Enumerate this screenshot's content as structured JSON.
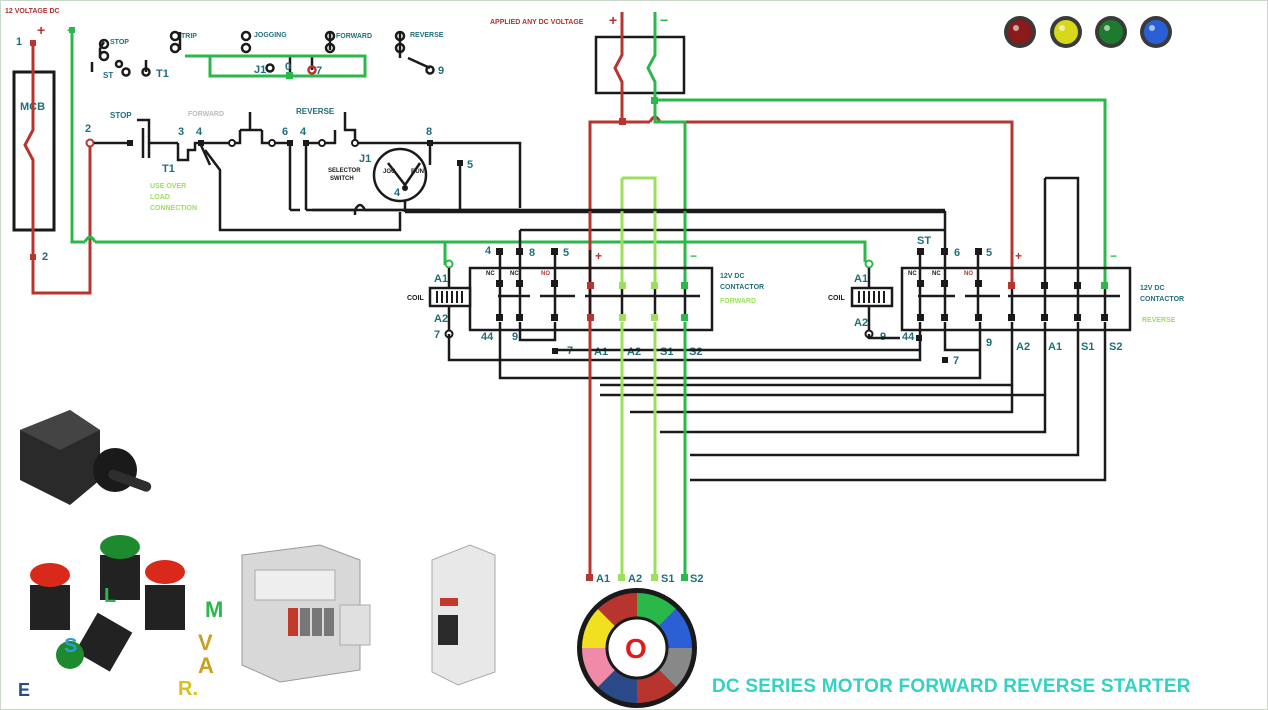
{
  "supply_label": "12 VOLTAGE DC",
  "applied_label": "APPLIED ANY DC VOLTAGE",
  "plus": "+",
  "minus": "−",
  "mcb": "MCB",
  "top_buttons": {
    "stop": "STOP",
    "trip": "TRIP",
    "jogging": "JOGGING",
    "forward": "FORWARD",
    "reverse": "REVERSE"
  },
  "top_terminals": {
    "st": "ST",
    "t1": "T1",
    "j1": "J1",
    "t0": "0",
    "t7": "7",
    "t9": "9"
  },
  "control": {
    "stop": "STOP",
    "forward": "FORWARD",
    "reverse": "REVERSE",
    "n2": "2",
    "n3": "3",
    "n4": "4",
    "n6": "6",
    "n4b": "4",
    "n8": "8",
    "n1": "1",
    "n2b": "2",
    "t1": "T1",
    "use_overload": "USE OVER",
    "load": "LOAD",
    "connection": "CONNECTION",
    "selector1": "SELECTOR",
    "selector2": "SWITCH",
    "j1": "J1",
    "jog": "JOG",
    "run": "RUN",
    "n4c": "4",
    "n5": "5"
  },
  "contactor_fwd": {
    "top_nums": [
      "4",
      "8",
      "5"
    ],
    "coil": "COIL",
    "a1": "A1",
    "a2": "A2",
    "n7": "7",
    "nc1": "NC",
    "nc2": "NC",
    "no": "NO",
    "name1": "12V DC",
    "name2": "CONTACTOR",
    "name3": "FORWARD",
    "bottom": [
      "44",
      "9",
      "7",
      "A1",
      "A2",
      "S1",
      "S2"
    ]
  },
  "contactor_rev": {
    "top_nums": [
      "ST",
      "6",
      "5"
    ],
    "coil": "COIL",
    "a1": "A1",
    "a2": "A2",
    "n9": "9",
    "nc1": "NC",
    "nc2": "NC",
    "no": "NO",
    "name1": "12V DC",
    "name2": "CONTACTOR",
    "name3": "REVERSE",
    "bottom": [
      "44",
      "9",
      "7",
      "A2",
      "A1",
      "S1",
      "S2"
    ]
  },
  "motor_terminals": [
    "A1",
    "A2",
    "S1",
    "S2"
  ],
  "motor_center": "O",
  "lamps": [
    "#8b1a1a",
    "#d8d81a",
    "#1e7a2c",
    "#2a5fd6"
  ],
  "side_letters": {
    "m": "M",
    "l": "L",
    "s": "S",
    "v": "V",
    "a": "A",
    "r": "R.",
    "e": "E"
  },
  "title": "DC SERIES MOTOR FORWARD REVERSE STARTER",
  "colors": {
    "red": "#b8342e",
    "green": "#2bb84a",
    "lime": "#9be05a",
    "black": "#1a1a1a",
    "teal": "#1f6f7a"
  }
}
